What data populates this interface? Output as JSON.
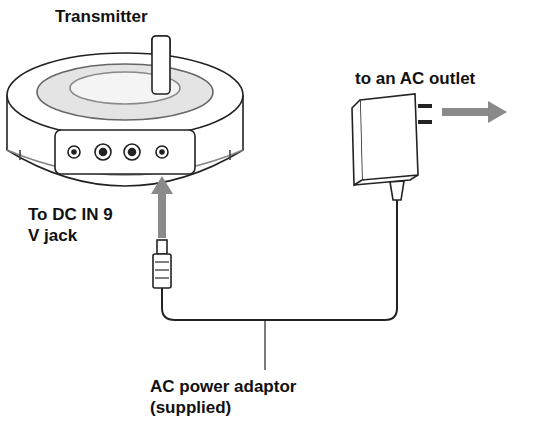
{
  "diagram": {
    "labels": [
      "Transmitter",
      "to an AC outlet",
      "To DC IN 9 V jack",
      "AC power adaptor (supplied)"
    ]
  }
}
